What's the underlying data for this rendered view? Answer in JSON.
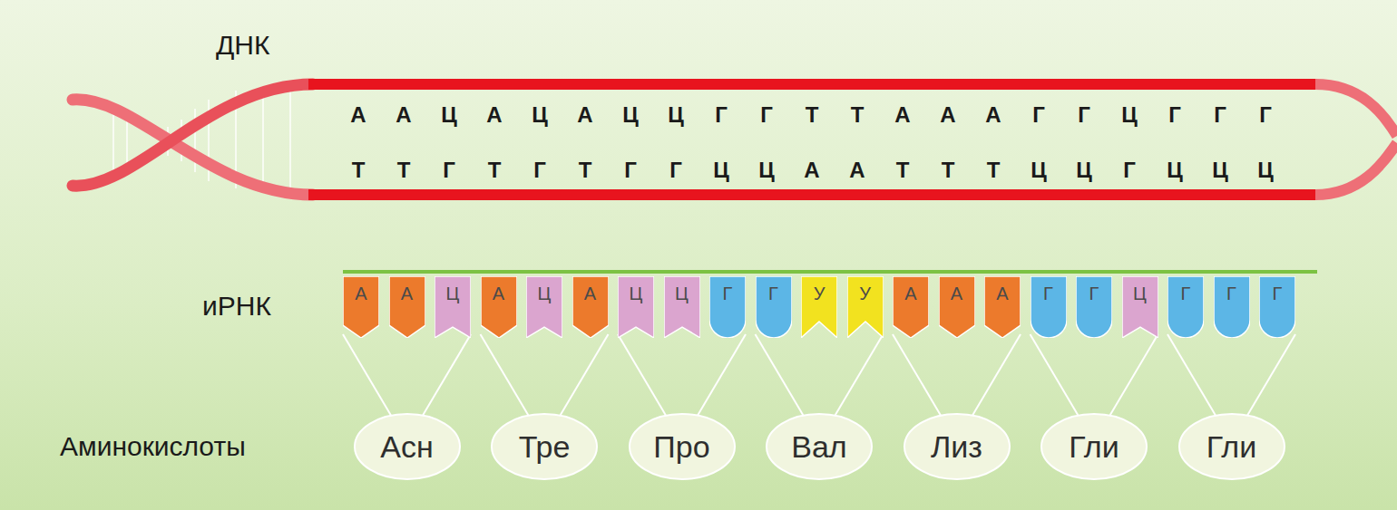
{
  "diagram": {
    "nodes": [
      {
        "text": [
          "А"
        ]
      },
      {
        "text": [
          "А"
        ]
      },
      {
        "text": [
          "Ц"
        ]
      },
      {
        "text": [
          "А"
        ]
      },
      {
        "text": [
          "Ц"
        ]
      },
      {
        "text": [
          "А"
        ]
      },
      {
        "text": [
          "Ц"
        ]
      },
      {
        "text": [
          "Ц"
        ]
      },
      {
        "text": [
          "Г"
        ]
      },
      {
        "text": [
          "Г"
        ]
      },
      {
        "text": [
          "У"
        ]
      },
      {
        "text": [
          "У"
        ]
      },
      {
        "text": [
          "А"
        ]
      },
      {
        "text": [
          "А"
        ]
      },
      {
        "text": [
          "А"
        ]
      },
      {
        "text": [
          "Г"
        ]
      },
      {
        "text": [
          "Г"
        ]
      },
      {
        "text": [
          "Ц"
        ]
      },
      {
        "text": [
          "Г"
        ]
      },
      {
        "text": [
          "Г"
        ]
      },
      {
        "text": [
          "Г"
        ]
      },
      {
        "text": [
          "Асн"
        ]
      },
      {
        "text": [
          "Тре"
        ]
      },
      {
        "text": [
          "Про"
        ]
      },
      {
        "text": [
          "Вал"
        ]
      },
      {
        "text": [
          "Лиз"
        ]
      },
      {
        "text": [
          "Гли"
        ]
      },
      {
        "text": [
          "Гли"
        ]
      }
    ],
    "edges": [
      {
        "from": 0,
        "to": 21,
        "arrow": "none"
      },
      {
        "from": 2,
        "to": 21,
        "arrow": "none"
      },
      {
        "from": 3,
        "to": 22,
        "arrow": "none"
      },
      {
        "from": 5,
        "to": 22,
        "arrow": "none"
      },
      {
        "from": 6,
        "to": 23,
        "arrow": "none"
      },
      {
        "from": 8,
        "to": 23,
        "arrow": "none"
      },
      {
        "from": 9,
        "to": 24,
        "arrow": "none"
      },
      {
        "from": 11,
        "to": 24,
        "arrow": "none"
      },
      {
        "from": 12,
        "to": 25,
        "arrow": "none"
      },
      {
        "from": 14,
        "to": 25,
        "arrow": "none"
      },
      {
        "from": 15,
        "to": 26,
        "arrow": "none"
      },
      {
        "from": 17,
        "to": 26,
        "arrow": "none"
      },
      {
        "from": 18,
        "to": 27,
        "arrow": "none"
      },
      {
        "from": 20,
        "to": 27,
        "arrow": "none"
      }
    ],
    "labels": [
      "ДНК",
      "А",
      "А",
      "Ц",
      "А",
      "Ц",
      "А",
      "Ц",
      "Ц",
      "Г",
      "Г",
      "Т",
      "Т",
      "А",
      "А",
      "А",
      "Г",
      "Г",
      "Ц",
      "Г",
      "Г",
      "Г",
      "Т",
      "Т",
      "Г",
      "Т",
      "Г",
      "Т",
      "Г",
      "Г",
      "Ц",
      "Ц",
      "А",
      "А",
      "Т",
      "Т",
      "Т",
      "Ц",
      "Ц",
      "Г",
      "Ц",
      "Ц",
      "Ц",
      "иРНК",
      "Аминокислоты"
    ]
  }
}
